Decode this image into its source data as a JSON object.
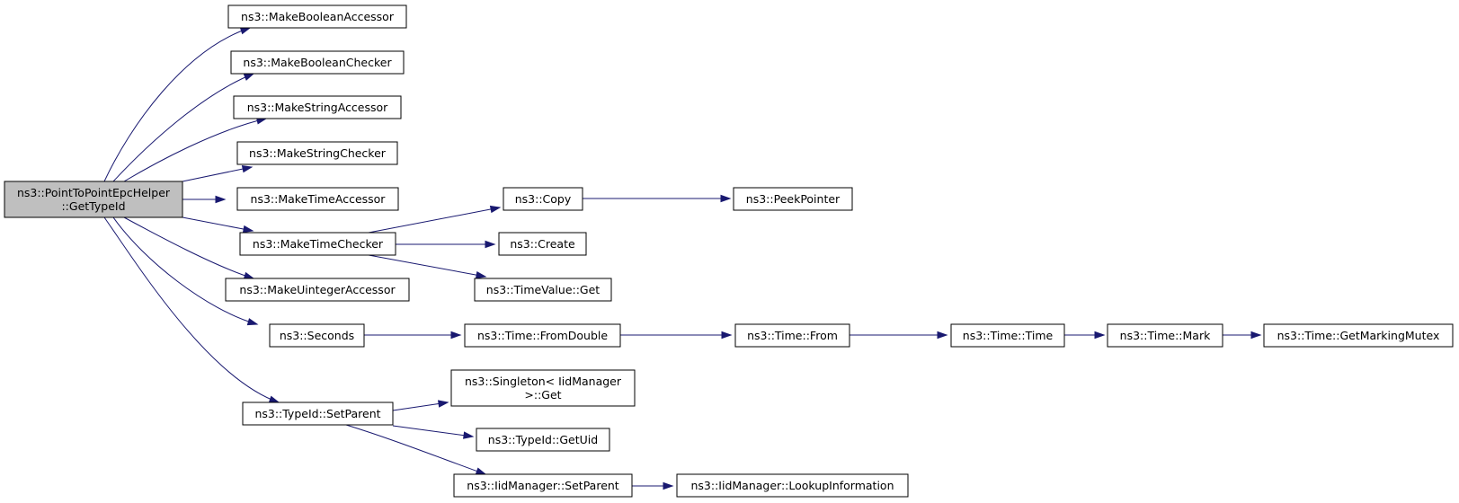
{
  "diagram": {
    "type": "call-graph",
    "nodes": [
      {
        "id": "root",
        "lines": [
          "ns3::PointToPointEpcHelper",
          "::GetTypeId"
        ],
        "highlight": true
      },
      {
        "id": "mba",
        "lines": [
          "ns3::MakeBooleanAccessor"
        ]
      },
      {
        "id": "mbc",
        "lines": [
          "ns3::MakeBooleanChecker"
        ]
      },
      {
        "id": "msa",
        "lines": [
          "ns3::MakeStringAccessor"
        ]
      },
      {
        "id": "msc",
        "lines": [
          "ns3::MakeStringChecker"
        ]
      },
      {
        "id": "mta",
        "lines": [
          "ns3::MakeTimeAccessor"
        ]
      },
      {
        "id": "mtc",
        "lines": [
          "ns3::MakeTimeChecker"
        ]
      },
      {
        "id": "mua",
        "lines": [
          "ns3::MakeUintegerAccessor"
        ]
      },
      {
        "id": "sec",
        "lines": [
          "ns3::Seconds"
        ]
      },
      {
        "id": "tsp",
        "lines": [
          "ns3::TypeId::SetParent"
        ]
      },
      {
        "id": "copy",
        "lines": [
          "ns3::Copy"
        ]
      },
      {
        "id": "peek",
        "lines": [
          "ns3::PeekPointer"
        ]
      },
      {
        "id": "create",
        "lines": [
          "ns3::Create"
        ]
      },
      {
        "id": "tvget",
        "lines": [
          "ns3::TimeValue::Get"
        ]
      },
      {
        "id": "fromdouble",
        "lines": [
          "ns3::Time::FromDouble"
        ]
      },
      {
        "id": "from",
        "lines": [
          "ns3::Time::From"
        ]
      },
      {
        "id": "ttime",
        "lines": [
          "ns3::Time::Time"
        ]
      },
      {
        "id": "mark",
        "lines": [
          "ns3::Time::Mark"
        ]
      },
      {
        "id": "mutex",
        "lines": [
          "ns3::Time::GetMarkingMutex"
        ]
      },
      {
        "id": "singleton",
        "lines": [
          "ns3::Singleton< IidManager",
          ">::Get"
        ]
      },
      {
        "id": "getuid",
        "lines": [
          "ns3::TypeId::GetUid"
        ]
      },
      {
        "id": "iidsp",
        "lines": [
          "ns3::IidManager::SetParent"
        ]
      },
      {
        "id": "lookup",
        "lines": [
          "ns3::IidManager::LookupInformation"
        ]
      }
    ],
    "edges": [
      [
        "root",
        "mba"
      ],
      [
        "root",
        "mbc"
      ],
      [
        "root",
        "msa"
      ],
      [
        "root",
        "msc"
      ],
      [
        "root",
        "mta"
      ],
      [
        "root",
        "mtc"
      ],
      [
        "root",
        "mua"
      ],
      [
        "root",
        "sec"
      ],
      [
        "root",
        "tsp"
      ],
      [
        "mtc",
        "copy"
      ],
      [
        "mtc",
        "create"
      ],
      [
        "mtc",
        "tvget"
      ],
      [
        "copy",
        "peek"
      ],
      [
        "sec",
        "fromdouble"
      ],
      [
        "fromdouble",
        "from"
      ],
      [
        "from",
        "ttime"
      ],
      [
        "ttime",
        "mark"
      ],
      [
        "mark",
        "mutex"
      ],
      [
        "tsp",
        "singleton"
      ],
      [
        "tsp",
        "getuid"
      ],
      [
        "tsp",
        "iidsp"
      ],
      [
        "iidsp",
        "lookup"
      ]
    ],
    "colors": {
      "edge": "#191970",
      "node_border": "#000000",
      "node_fill": "#ffffff",
      "highlight_fill": "#bfbfbf",
      "background": "#ffffff"
    }
  }
}
